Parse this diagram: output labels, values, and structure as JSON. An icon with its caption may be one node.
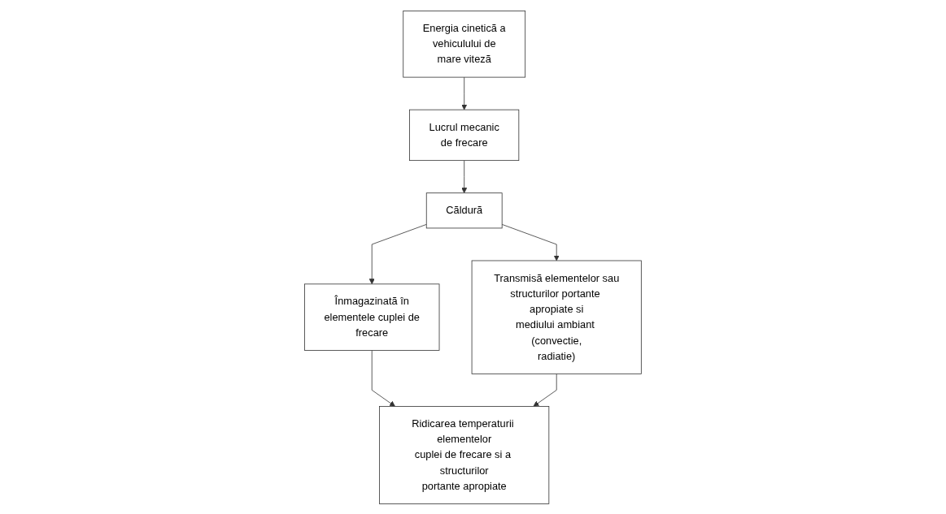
{
  "diagram": {
    "nodes": [
      {
        "text": [
          "Energia cineticã a vehiculului de mare vitezã"
        ]
      },
      {
        "text": [
          "Lucrul mecanic de frecare"
        ]
      },
      {
        "text": [
          "Cãldurã"
        ]
      },
      {
        "text": [
          "Înmagazinatã în elementele cuplei de frecare"
        ]
      },
      {
        "text": [
          "Transmisã elementelor sau structurilor portante apropiate si mediului ambiant (convectie, radiatie)"
        ]
      },
      {
        "text": [
          "Ridicarea temperaturii elementelor cuplei de frecare si a structurilor portante apropiate"
        ]
      }
    ],
    "edges": [
      {
        "from": 0,
        "to": 1,
        "arrow": "to"
      },
      {
        "from": 1,
        "to": 2,
        "arrow": "to"
      },
      {
        "from": 2,
        "to": 3,
        "arrow": "to"
      },
      {
        "from": 2,
        "to": 4,
        "arrow": "to"
      },
      {
        "from": 3,
        "to": 5,
        "arrow": "to"
      },
      {
        "from": 4,
        "to": 5,
        "arrow": "to"
      }
    ]
  }
}
